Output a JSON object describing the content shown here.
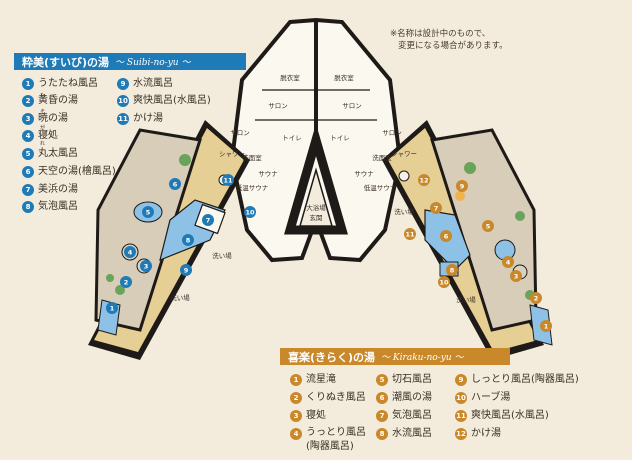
{
  "note": {
    "line1": "※名称は設計中のもので、",
    "line2": "変更になる場合があります。"
  },
  "suibi": {
    "title": "粋美(すいび)の湯",
    "romaji": "～ Suibi-no-yu ～",
    "items": [
      {
        "n": "1",
        "label": "うたたね風呂"
      },
      {
        "n": "2",
        "label": "黄昏の湯"
      },
      {
        "n": "3",
        "label": "暁の湯"
      },
      {
        "n": "4",
        "label": "寝処"
      },
      {
        "n": "5",
        "label": "丸太風呂"
      },
      {
        "n": "6",
        "label": "天空の湯(檜風呂)"
      },
      {
        "n": "7",
        "label": "美浜の湯"
      },
      {
        "n": "8",
        "label": "気泡風呂"
      },
      {
        "n": "9",
        "label": "水流風呂"
      },
      {
        "n": "10",
        "label": "爽快風呂(水風呂)"
      },
      {
        "n": "11",
        "label": "かけ湯"
      }
    ],
    "furigana": "たそがれ"
  },
  "kiraku": {
    "title": "喜楽(きらく)の湯",
    "romaji": "～ Kiraku-no-yu ～",
    "items": [
      {
        "n": "1",
        "label": "流星滝"
      },
      {
        "n": "2",
        "label": "くりぬき風呂"
      },
      {
        "n": "3",
        "label": "寝処"
      },
      {
        "n": "4",
        "label": "うっとり風呂",
        "label2": "(陶器風呂)"
      },
      {
        "n": "5",
        "label": "切石風呂"
      },
      {
        "n": "6",
        "label": "潮風の湯"
      },
      {
        "n": "7",
        "label": "気泡風呂"
      },
      {
        "n": "8",
        "label": "水流風呂"
      },
      {
        "n": "9",
        "label": "しっとり風呂(陶器風呂)"
      },
      {
        "n": "10",
        "label": "ハーブ湯"
      },
      {
        "n": "11",
        "label": "爽快風呂(水風呂)"
      },
      {
        "n": "12",
        "label": "かけ湯"
      }
    ]
  },
  "rooms": {
    "datsui_l": "脱衣室",
    "datsui_r": "脱衣室",
    "salon_l1": "サロン",
    "salon_l2": "サロン",
    "salon_r1": "サロン",
    "salon_r2": "サロン",
    "senmen_l": "洗面室",
    "senmen_r": "洗面室",
    "toilet_l": "トイレ",
    "toilet_r": "トイレ",
    "sauna_l": "サウナ",
    "sauna_r": "サウナ",
    "shower_l": "シャワー",
    "shower_r": "シャワー",
    "hoshitsu_l": "低温サウナ",
    "hoshitsu_r": "低温サウナ",
    "genkan1": "大浴場",
    "genkan2": "玄関",
    "arai_l": "洗い場",
    "arai_r": "洗い場",
    "arai_l2": "洗い場",
    "arai_r2": "洗い場"
  },
  "colors": {
    "suibi": "#1f7bb7",
    "kiraku": "#c9882a",
    "wall": "#1e1a17",
    "floor": "#e6cf95",
    "water": "#8ec1e6",
    "outdoor": "#d7cdb8",
    "green": "#6aa35a"
  }
}
